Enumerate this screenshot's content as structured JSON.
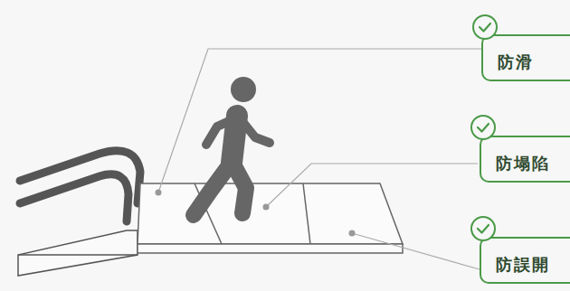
{
  "diagram": {
    "nodes": [
      {
        "text": [
          "防滑"
        ]
      },
      {
        "text": [
          "防塌陷"
        ]
      },
      {
        "text": [
          "防誤開"
        ]
      }
    ]
  }
}
